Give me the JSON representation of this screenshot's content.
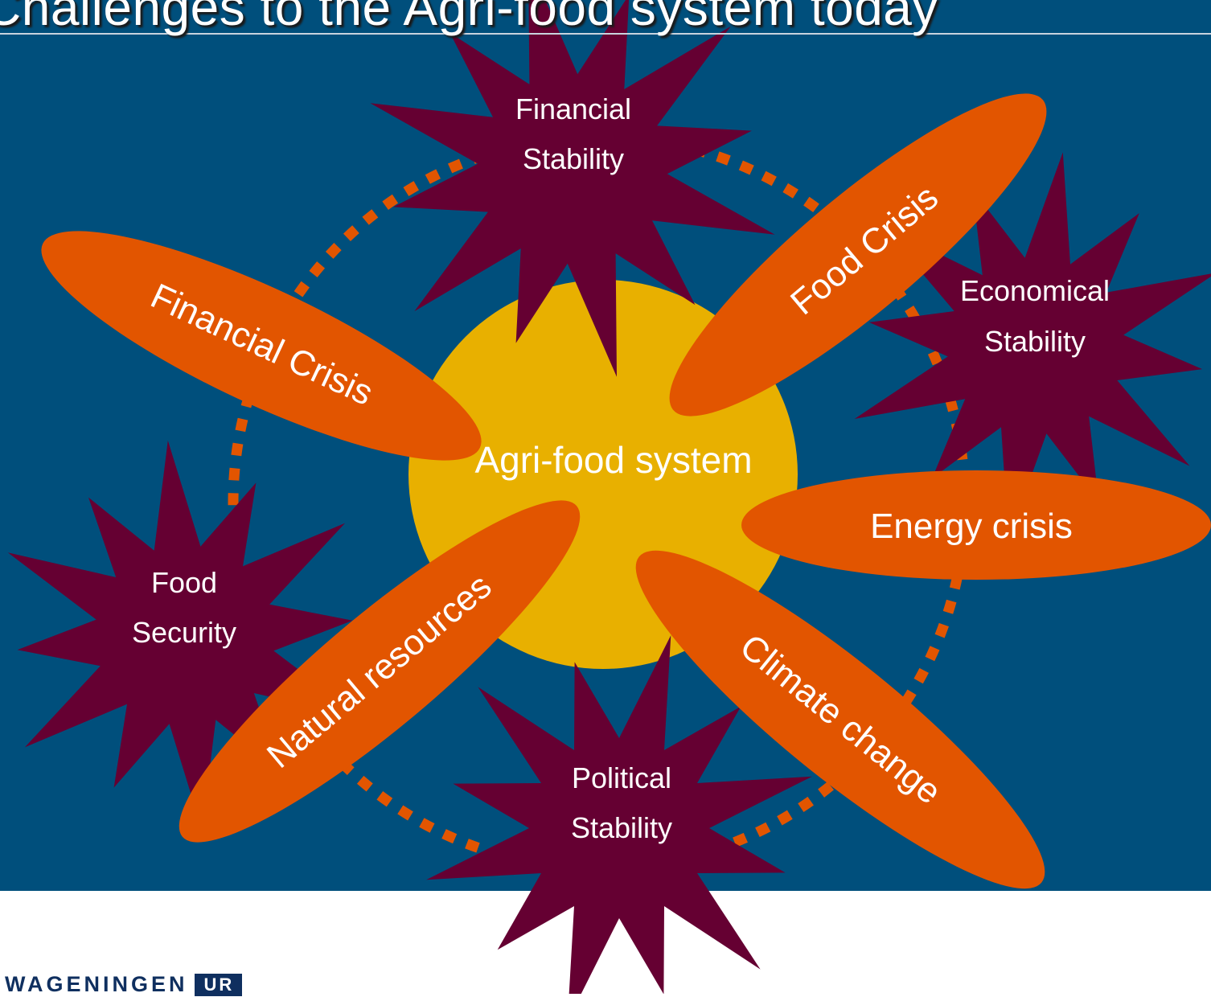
{
  "title": "Challenges to the Agri-food system today",
  "center": {
    "label": "Agri-food system"
  },
  "stability_factors": [
    {
      "id": "financial",
      "line1": "Financial",
      "line2": "Stability"
    },
    {
      "id": "economical",
      "line1": "Economical",
      "line2": "Stability"
    },
    {
      "id": "food-security",
      "line1": "Food",
      "line2": "Security"
    },
    {
      "id": "political",
      "line1": "Political",
      "line2": "Stability"
    }
  ],
  "crises": [
    {
      "id": "financial-crisis",
      "label": "Financial Crisis"
    },
    {
      "id": "food-crisis",
      "label": "Food Crisis"
    },
    {
      "id": "energy-crisis",
      "label": "Energy crisis"
    },
    {
      "id": "climate-change",
      "label": "Climate change"
    },
    {
      "id": "natural-resources",
      "label": "Natural resources"
    }
  ],
  "logo": {
    "name": "WAGENINGEN",
    "badge": "UR"
  },
  "colors": {
    "background": "#004f7c",
    "sun": "#e8b000",
    "crisis": "#e25500",
    "star": "#650032",
    "dash": "#e25500",
    "text": "#ffffff",
    "logo": "#0f2f5f"
  }
}
